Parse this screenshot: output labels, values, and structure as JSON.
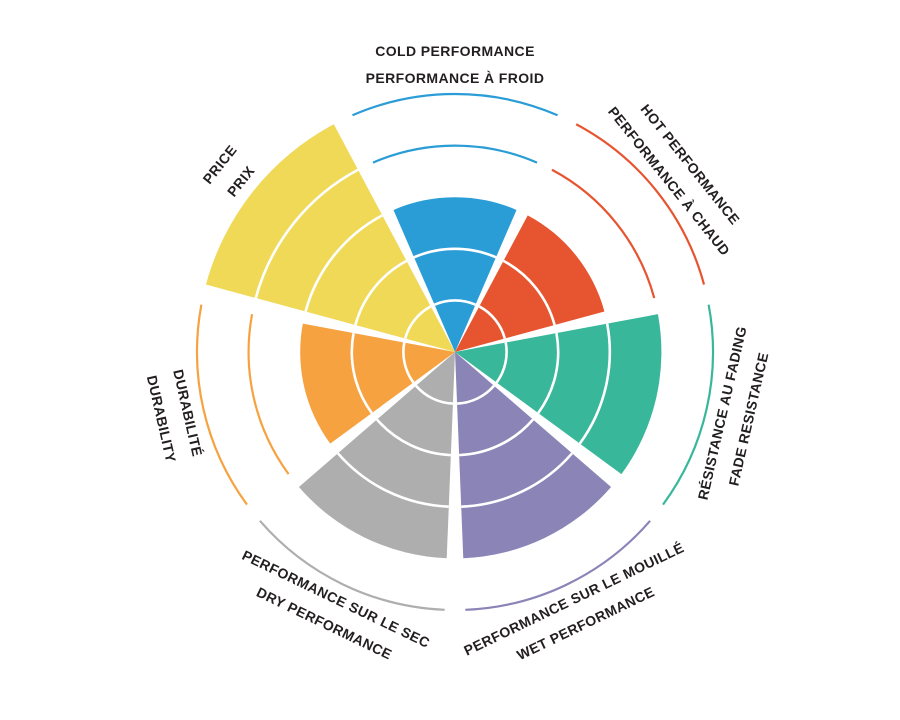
{
  "page": {
    "background_color": "#FFFFFF",
    "label_text_color": "#231F20"
  },
  "chart_data": {
    "type": "pie",
    "variant": "polar-sector-rating-wheel",
    "direction": "clockwise",
    "start_angle_deg": 0,
    "levels_total": 5,
    "sector_gap_deg": 4.6,
    "grid": "concentric white ring separators inside filled sectors; thin colored arcs mark unfilled levels",
    "legend_position": "bilingual labels around perimeter, English outer line, French inner line",
    "categories": [
      {
        "id": "cold-performance",
        "label_en": "COLD PERFORMANCE",
        "label_fr": "PERFORMANCE À FROID",
        "value": 3,
        "color": "#2A9DD7"
      },
      {
        "id": "hot-performance",
        "label_en": "HOT PERFORMANCE",
        "label_fr": "PERFORMANCE À CHAUD",
        "value": 3,
        "color": "#E65530"
      },
      {
        "id": "fade-resistance",
        "label_en": "FADE RESISTANCE",
        "label_fr": "RÉSISTANCE AU FADING",
        "value": 4,
        "color": "#39B79A"
      },
      {
        "id": "wet-performance",
        "label_en": "WET PERFORMANCE",
        "label_fr": "PERFORMANCE SUR LE MOUILLÉ",
        "value": 4,
        "color": "#8A84B7"
      },
      {
        "id": "dry-performance",
        "label_en": "DRY PERFORMANCE",
        "label_fr": "PERFORMANCE SUR LE SEC",
        "value": 4,
        "color": "#AFAEAE"
      },
      {
        "id": "durability",
        "label_en": "DURABILITY",
        "label_fr": "DURABILITÉ",
        "value": 3,
        "color": "#F7A240"
      },
      {
        "id": "price",
        "label_en": "PRICE",
        "label_fr": "PRIX",
        "value": 5,
        "color": "#EFD957"
      }
    ]
  }
}
